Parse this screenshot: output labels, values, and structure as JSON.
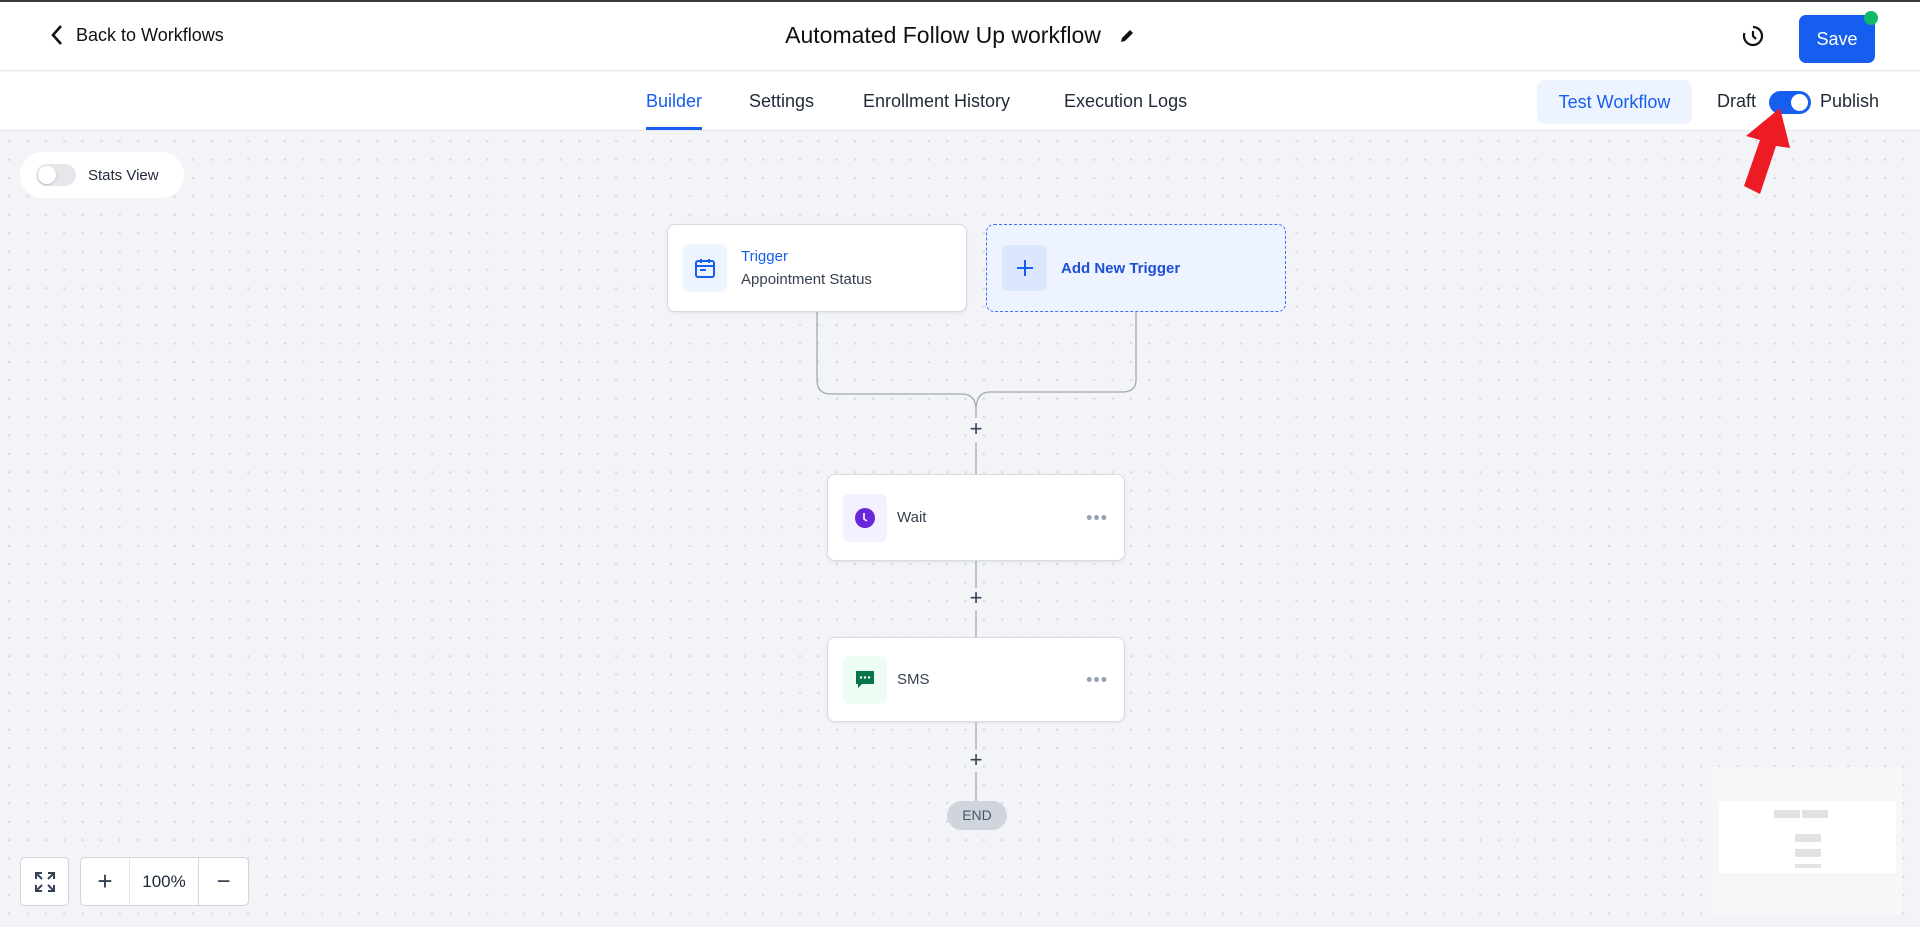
{
  "header": {
    "back_label": "Back to Workflows",
    "title": "Automated Follow Up workflow",
    "save_label": "Save"
  },
  "tabs": [
    {
      "label": "Builder",
      "active": true
    },
    {
      "label": "Settings"
    },
    {
      "label": "Enrollment History"
    },
    {
      "label": "Execution Logs"
    }
  ],
  "toolbar": {
    "test_label": "Test Workflow",
    "draft_label": "Draft",
    "publish_label": "Publish",
    "publish_on": true
  },
  "canvas": {
    "stats_label": "Stats View",
    "stats_on": false,
    "trigger": {
      "title": "Trigger",
      "subtitle": "Appointment Status"
    },
    "add_trigger_label": "Add New Trigger",
    "actions": [
      {
        "label": "Wait",
        "icon": "clock-icon",
        "color": "#6927da"
      },
      {
        "label": "SMS",
        "icon": "chat-icon",
        "color": "#067647"
      }
    ],
    "end_label": "END",
    "zoom_level": "100%"
  },
  "colors": {
    "accent": "#155eef",
    "annotation_arrow": "#ed1c24"
  }
}
